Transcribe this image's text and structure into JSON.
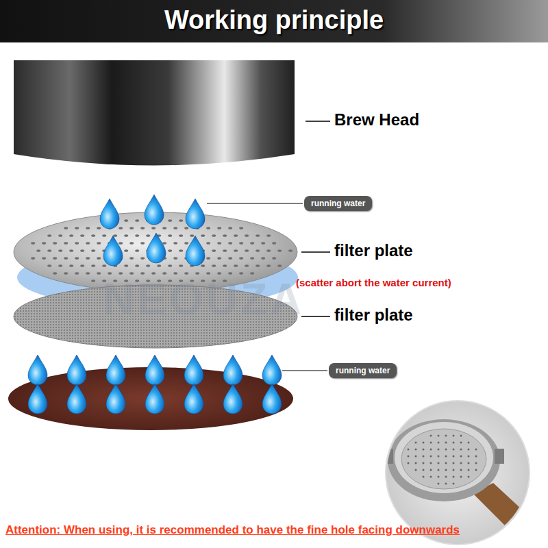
{
  "diagram": {
    "title": "Working principle",
    "caption": "Attention: When using, it is recommended to have the fine hole facing downwards",
    "nodes": [
      {
        "text": [
          "running water"
        ]
      },
      {
        "text": [
          "running water"
        ]
      }
    ],
    "labels": [
      "Brew Head",
      "filter plate",
      "(scatter abort the water current)",
      "filter plate",
      "NEOUZA"
    ]
  }
}
